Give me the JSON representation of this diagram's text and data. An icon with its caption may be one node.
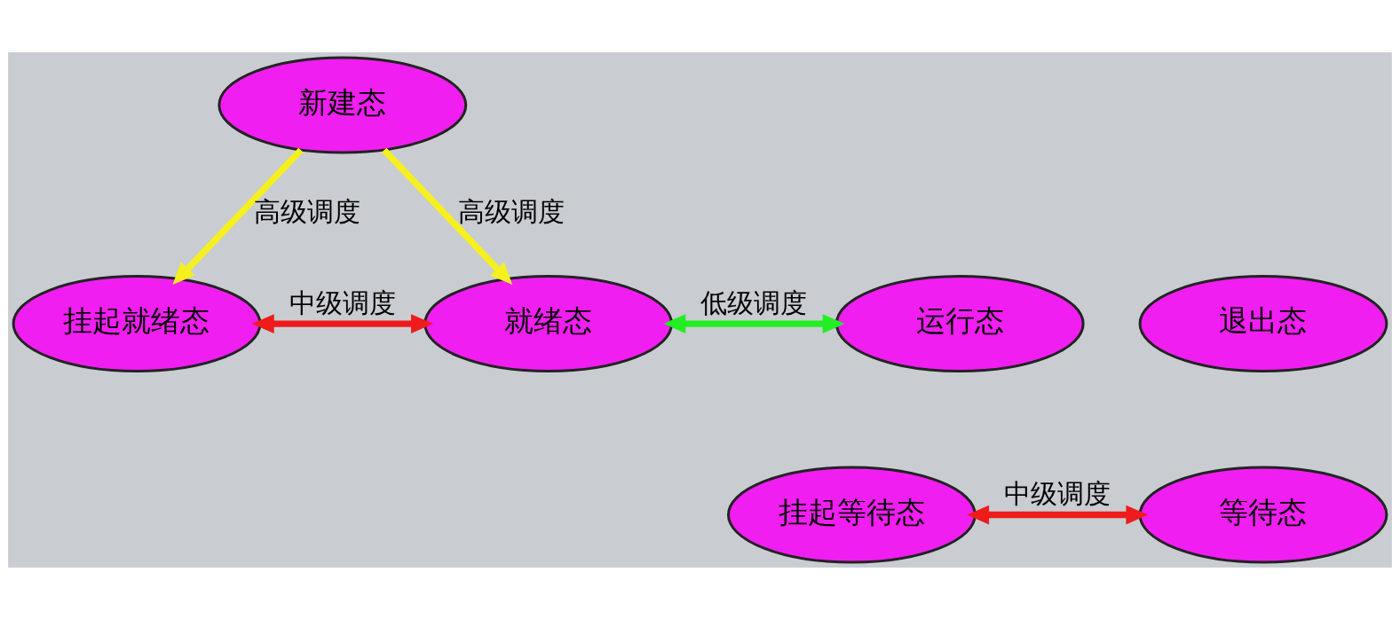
{
  "diagram": {
    "nodes": [
      {
        "text": [
          "新建态"
        ]
      },
      {
        "text": [
          "挂起就绪态"
        ]
      },
      {
        "text": [
          "就绪态"
        ]
      },
      {
        "text": [
          "运行态"
        ]
      },
      {
        "text": [
          "退出态"
        ]
      },
      {
        "text": [
          "挂起等待态"
        ]
      },
      {
        "text": [
          "等待态"
        ]
      }
    ],
    "edges": [
      {
        "from": 0,
        "to": 1,
        "arrow": "to",
        "label": "高级调度",
        "color": "#f5f01e"
      },
      {
        "from": 0,
        "to": 2,
        "arrow": "to",
        "label": "高级调度",
        "color": "#f5f01e"
      },
      {
        "from": 1,
        "to": 2,
        "arrow": "both",
        "label": "中级调度",
        "color": "#ee1c1c"
      },
      {
        "from": 2,
        "to": 3,
        "arrow": "both",
        "label": "低级调度",
        "color": "#22ee22"
      },
      {
        "from": 5,
        "to": 6,
        "arrow": "both",
        "label": "中级调度",
        "color": "#ee1c1c"
      }
    ]
  }
}
